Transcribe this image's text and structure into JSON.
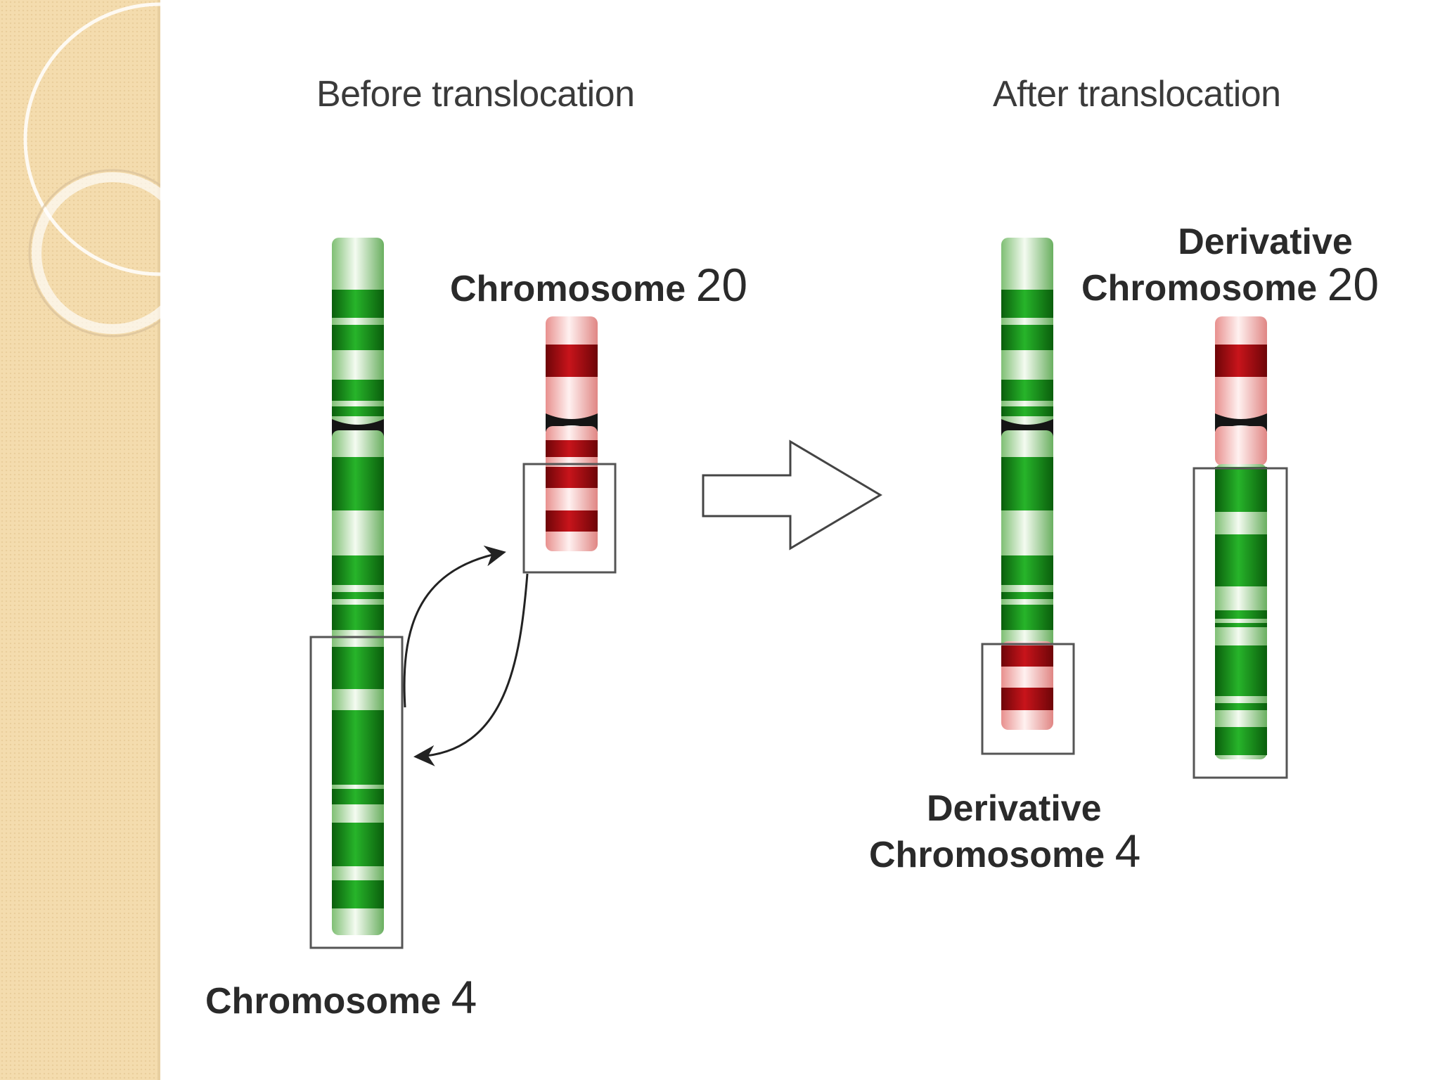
{
  "titles": {
    "before": "Before translocation",
    "after": "After translocation"
  },
  "labels": {
    "chr20": {
      "text": "Chromosome",
      "number": "20"
    },
    "chr4": {
      "text": "Chromosome",
      "number": "4"
    },
    "der20": {
      "line1": "Derivative",
      "text": "Chromosome",
      "number": "20"
    },
    "der4": {
      "line1": "Derivative",
      "text": "Chromosome",
      "number": "4"
    }
  },
  "colors": {
    "green_band": "#0f8a12",
    "green_light": "#d8f0d2",
    "red_band": "#a80c12",
    "red_light": "#f6c6c4",
    "centromere": "#151515",
    "outline": "#555555",
    "side_panel": "#f4dcae"
  },
  "icons": {
    "arrow": "hollow-right-arrow",
    "swap": "double-headed-curved-arrow"
  }
}
